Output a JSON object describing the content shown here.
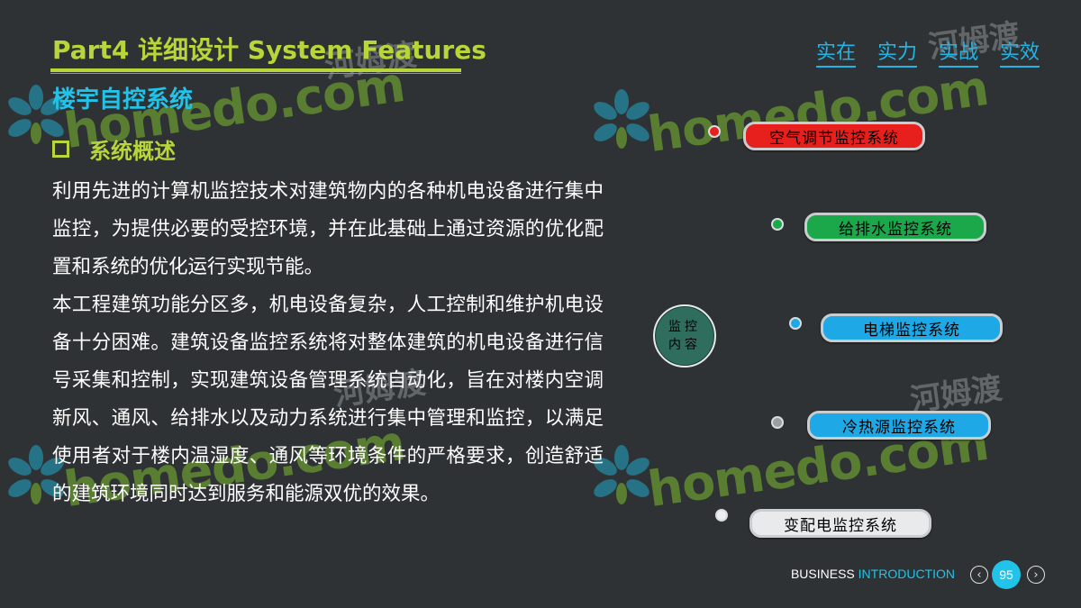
{
  "header": {
    "title": "Part4 详细设计 System Features",
    "tagline": [
      "实在",
      "实力",
      "实战",
      "实效"
    ]
  },
  "subtitle": "楼宇自控系统",
  "section": {
    "heading": "系统概述"
  },
  "body": {
    "paragraphs": [
      "利用先进的计算机监控技术对建筑物内的各种机电设备进行集中监控，为提供必要的受控环境，并在此基础上通过资源的优化配置和系统的优化运行实现节能。",
      "本工程建筑功能分区多，机电设备复杂，人工控制和维护机电设备十分困难。建筑设备监控系统将对整体建筑的机电设备进行信号采集和控制，实现建筑设备管理系统自动化，旨在对楼内空调新风、通风、给排水以及动力系统进行集中管理和监控，以满足使用者对于楼内温湿度、通风等环境条件的严格要求，创造舒适的建筑环境同时达到服务和能源双优的效果。"
    ]
  },
  "diagram": {
    "hub_label": "监控内容",
    "items": [
      {
        "label": "空气调节监控系统",
        "color": "#e8201d"
      },
      {
        "label": "给排水监控系统",
        "color": "#1aa84a"
      },
      {
        "label": "电梯监控系统",
        "color": "#1fa8e6"
      },
      {
        "label": "冷热源监控系统",
        "color": "#1fa8e6"
      },
      {
        "label": "变配电监控系统",
        "color": "#e9eaeb"
      }
    ],
    "dot_colors": [
      "#e8201d",
      "#1aa84a",
      "#1fa8e6",
      "#9a9ea1",
      "#eeeeee"
    ]
  },
  "watermark": {
    "brand": "homedo.com",
    "brand_cn": "河姆渡"
  },
  "footer": {
    "business": "BUSINESS",
    "introduction": "INTRODUCTION",
    "page": "95"
  },
  "colors": {
    "background": "#2f3234",
    "accent_green": "#b7d63a",
    "accent_cyan": "#22c3e8"
  },
  "icons": {
    "prev": "chevron-left-icon",
    "next": "chevron-right-icon",
    "section_bullet": "square-outline-icon"
  }
}
